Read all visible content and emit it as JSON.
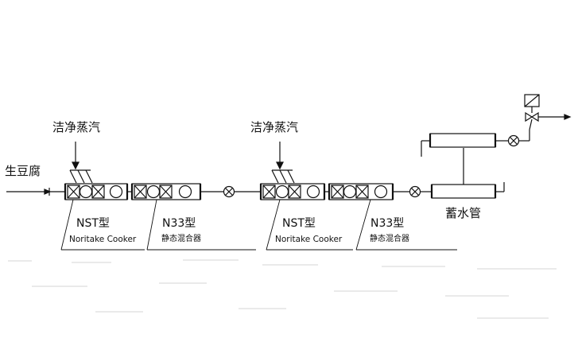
{
  "labels": {
    "raw_tofu": "生豆腐",
    "steam_1": "洁净蒸汽",
    "steam_2": "洁净蒸汽",
    "nst_1": "NST型",
    "nst_1_sub": "Noritake Cooker",
    "n33_1": "N33型",
    "n33_1_sub": "静态混合器",
    "nst_2": "NST型",
    "nst_2_sub": "Noritake Cooker",
    "n33_2": "N33型",
    "n33_2_sub": "静态混合器",
    "water_pipe": "蓄水管"
  },
  "colors": {
    "line": "#111111",
    "noise": "#bfbfbf"
  }
}
